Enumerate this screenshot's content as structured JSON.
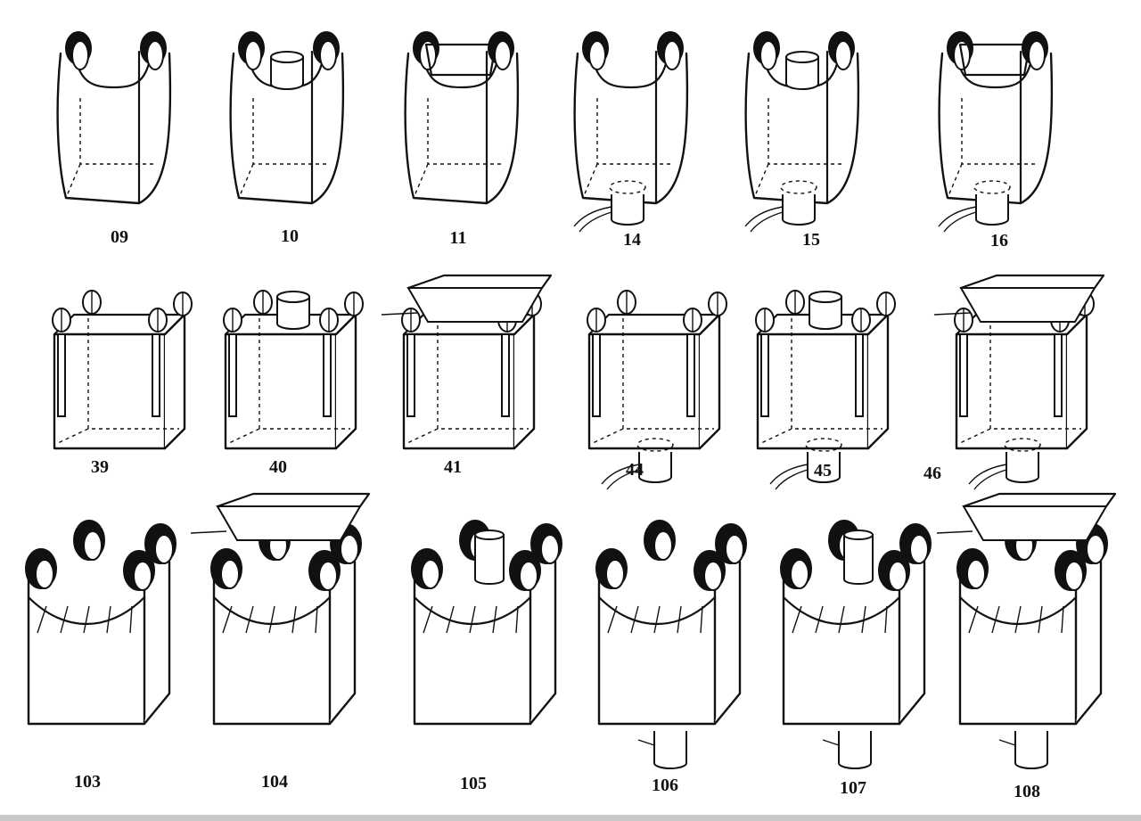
{
  "diagram": {
    "items": [
      {
        "label": "09",
        "row": 1,
        "style": "u-panel",
        "top": "open",
        "bottom": "flat"
      },
      {
        "label": "10",
        "row": 1,
        "style": "u-panel",
        "top": "spout",
        "bottom": "flat"
      },
      {
        "label": "11",
        "row": 1,
        "style": "u-panel",
        "top": "skirt",
        "bottom": "flat"
      },
      {
        "label": "14",
        "row": 1,
        "style": "u-panel",
        "top": "open",
        "bottom": "spout"
      },
      {
        "label": "15",
        "row": 1,
        "style": "u-panel",
        "top": "spout",
        "bottom": "spout"
      },
      {
        "label": "16",
        "row": 1,
        "style": "u-panel",
        "top": "skirt",
        "bottom": "spout"
      },
      {
        "label": "39",
        "row": 2,
        "style": "corner-loop",
        "top": "open",
        "bottom": "flat"
      },
      {
        "label": "40",
        "row": 2,
        "style": "corner-loop",
        "top": "spout",
        "bottom": "flat"
      },
      {
        "label": "41",
        "row": 2,
        "style": "corner-loop",
        "top": "skirt",
        "bottom": "flat"
      },
      {
        "label": "44",
        "row": 2,
        "style": "corner-loop",
        "top": "open",
        "bottom": "spout"
      },
      {
        "label": "45",
        "row": 2,
        "style": "corner-loop",
        "top": "spout",
        "bottom": "spout"
      },
      {
        "label": "46",
        "row": 2,
        "style": "corner-loop",
        "top": "skirt",
        "bottom": "spout"
      },
      {
        "label": "103",
        "row": 3,
        "style": "four-loop",
        "top": "open",
        "bottom": "flat"
      },
      {
        "label": "104",
        "row": 3,
        "style": "four-loop",
        "top": "skirt",
        "bottom": "flat"
      },
      {
        "label": "105",
        "row": 3,
        "style": "four-loop",
        "top": "spout",
        "bottom": "flat"
      },
      {
        "label": "106",
        "row": 3,
        "style": "four-loop",
        "top": "open",
        "bottom": "spout"
      },
      {
        "label": "107",
        "row": 3,
        "style": "four-loop",
        "top": "spout",
        "bottom": "spout"
      },
      {
        "label": "108",
        "row": 3,
        "style": "four-loop",
        "top": "skirt",
        "bottom": "spout"
      }
    ]
  },
  "colors": {
    "ink": "#111111",
    "paper": "#ffffff"
  }
}
